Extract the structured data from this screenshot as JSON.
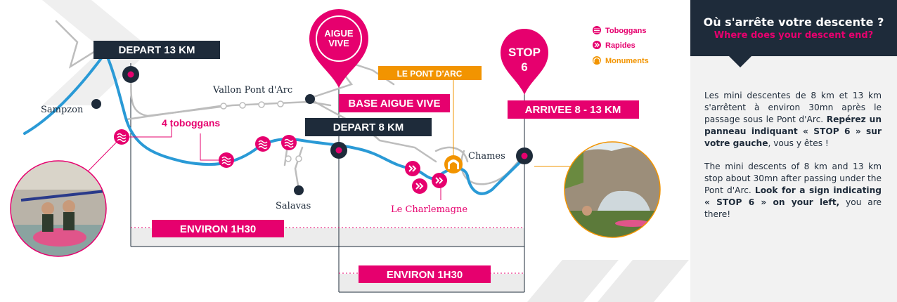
{
  "map": {
    "depart_13": "DEPART 13 KM",
    "depart_8": "DEPART 8 KM",
    "base": "BASE AIGUE VIVE",
    "pont_arc": "LE PONT D'ARC",
    "arrivee": "ARRIVEE 8 - 13 KM",
    "stop_line1": "STOP",
    "stop_line2": "6",
    "logo_line1": "AIGUE",
    "logo_line2": "VIVE",
    "toboggans_label": "4 toboggans",
    "duration_1": "ENVIRON 1H30",
    "duration_2": "ENVIRON 1H30",
    "places": {
      "sampzon": "Sampzon",
      "vallon": "Vallon Pont d'Arc",
      "salavas": "Salavas",
      "charlemagne": "Le Charlemagne",
      "chames": "Chames"
    }
  },
  "legend": {
    "toboggans": "Toboggans",
    "rapides": "Rapides",
    "monuments": "Monuments"
  },
  "panel": {
    "title_fr": "Où s'arrête votre descente ?",
    "title_en": "Where does your descent end?",
    "fr_normal": "Les mini descentes de 8 km et 13 km s'arrêtent à environ 30mn après le passage sous le Pont d'Arc. ",
    "fr_bold": "Repérez un panneau indiquant « STOP 6 » sur votre gauche",
    "fr_end": ", vous y êtes !",
    "en_normal": "The mini descents of 8 km and 13 km stop about 30mn after passing under the Pont d'Arc. ",
    "en_bold": "Look for a sign indicating « STOP 6 » on your left,",
    "en_end": " you are there!"
  },
  "colors": {
    "navy": "#1e2b3a",
    "magenta": "#e6006e",
    "orange": "#f29400",
    "river": "#2a9ad6",
    "grey_bg": "#ececec"
  }
}
